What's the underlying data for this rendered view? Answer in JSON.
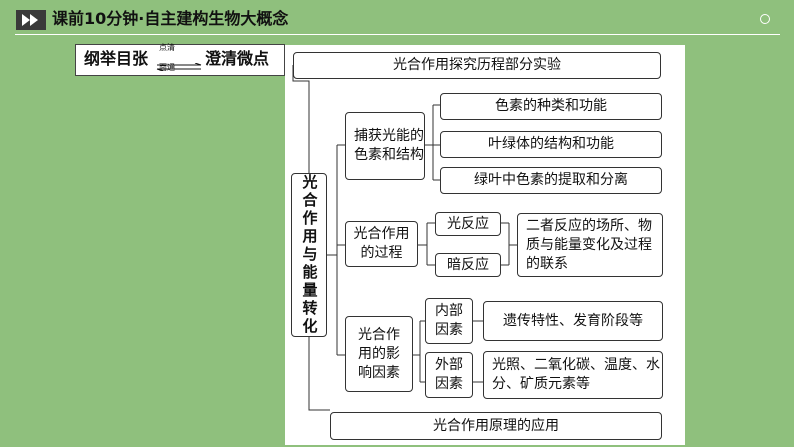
{
  "header": {
    "title": "课前10分钟·自主建构生物大概念"
  },
  "section": {
    "left": "纲举目张",
    "arrow_top": "点清",
    "arrow_bottom": "面通",
    "right": "澄清微点"
  },
  "diagram": {
    "top_node": "光合作用探究历程部分实验",
    "root": "光合作用与能量转化",
    "branch1": {
      "label": "捕获光能的色素和结构",
      "items": [
        "色素的种类和功能",
        "叶绿体的结构和功能",
        "绿叶中色素的提取和分离"
      ]
    },
    "branch2": {
      "label": "光合作用的过程",
      "items": [
        "光反应",
        "暗反应"
      ],
      "note": "二者反应的场所、物质与能量变化及过程的联系"
    },
    "branch3": {
      "label": "光合作用的影响因素",
      "inner": {
        "label": "内部因素",
        "desc": "遗传特性、发育阶段等"
      },
      "outer": {
        "label": "外部因素",
        "desc": "光照、二氧化碳、温度、水分、矿质元素等"
      }
    },
    "bottom_node": "光合作用原理的应用"
  }
}
